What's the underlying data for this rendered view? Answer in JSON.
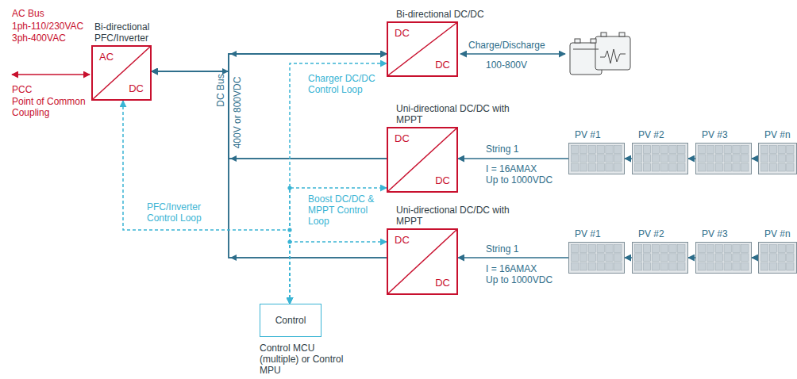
{
  "diagram": {
    "nodes": [
      {
        "text": [
          "Bi-directional PFC/Inverter",
          "AC",
          "DC"
        ]
      },
      {
        "text": [
          "Bi-directional DC/DC",
          "DC",
          "DC"
        ]
      },
      {
        "text": [
          "Uni-directional DC/DC with MPPT",
          "DC",
          "DC"
        ]
      },
      {
        "text": [
          "PV #1"
        ]
      },
      {
        "text": [
          "PV #2"
        ]
      },
      {
        "text": [
          "PV #3"
        ]
      },
      {
        "text": [
          "PV #n"
        ]
      },
      {
        "text": [
          "Uni-directional DC/DC with MPPT",
          "DC",
          "DC"
        ]
      },
      {
        "text": [
          "PV #1"
        ]
      },
      {
        "text": [
          "PV #2"
        ]
      },
      {
        "text": [
          "PV #3"
        ]
      },
      {
        "text": [
          "PV #n"
        ]
      },
      {
        "text": [
          "Control",
          "Control MCU (multiple) or Control MPU"
        ]
      }
    ],
    "edges": [
      {
        "from": 0,
        "to": 1,
        "arrow": "both"
      },
      {
        "from": 2,
        "to": 0,
        "arrow": "to"
      },
      {
        "from": 7,
        "to": 0,
        "arrow": "to"
      },
      {
        "from": 2,
        "to": 1,
        "arrow": "to"
      },
      {
        "from": 7,
        "to": 1,
        "arrow": "to"
      },
      {
        "from": 6,
        "to": 5,
        "arrow": "to"
      },
      {
        "from": 5,
        "to": 4,
        "arrow": "to"
      },
      {
        "from": 4,
        "to": 3,
        "arrow": "to"
      },
      {
        "from": 3,
        "to": 2,
        "label": "String 1",
        "arrow": "to"
      },
      {
        "from": 11,
        "to": 10,
        "arrow": "to"
      },
      {
        "from": 10,
        "to": 9,
        "arrow": "to"
      },
      {
        "from": 9,
        "to": 8,
        "arrow": "to"
      },
      {
        "from": 8,
        "to": 7,
        "label": "String 1",
        "arrow": "to"
      },
      {
        "from": 12,
        "to": 0,
        "arrow": "both"
      },
      {
        "from": 12,
        "to": 1,
        "arrow": "both"
      },
      {
        "from": 12,
        "to": 2,
        "arrow": "both"
      },
      {
        "from": 12,
        "to": 7,
        "arrow": "both"
      }
    ],
    "labels": [
      "AC Bus",
      "1ph-110/230VAC",
      "3ph-400VAC",
      "PCC",
      "Point of Common Coupling",
      "DC Bus",
      "400V or 800VDC",
      "Charger DC/DC Control Loop",
      "Charge/Discharge",
      "100-800V",
      "Boost DC/DC & MPPT Control Loop",
      "PFC/Inverter Control Loop",
      "I = 16AMAX",
      "Up to 1000VDC",
      "I = 16AMAX",
      "Up to 1000VDC"
    ]
  }
}
